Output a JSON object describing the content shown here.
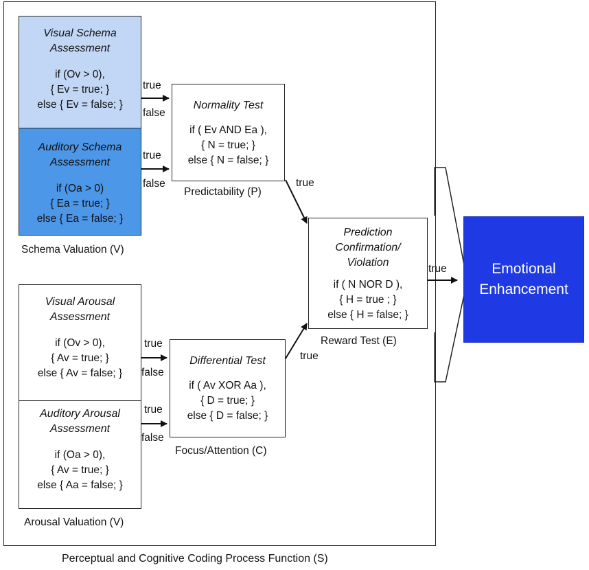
{
  "outer": {
    "caption": "Perceptual and Cognitive Coding Process Function (S)"
  },
  "visual_schema": {
    "title": [
      "Visual Schema",
      "Assessment"
    ],
    "code": [
      "if (Ov > 0),",
      "{ Ev = true; }",
      "else { Ev = false; }"
    ]
  },
  "auditory_schema": {
    "title": [
      "Auditory Schema",
      "Assessment"
    ],
    "code": [
      "if (Oa > 0)",
      "{ Ea = true; }",
      "else { Ea = false; }"
    ]
  },
  "schema_label": "Schema Valuation (V)",
  "visual_arousal": {
    "title": [
      "Visual Arousal",
      "Assessment"
    ],
    "code": [
      "if (Ov > 0),",
      "{ Av = true; }",
      "else { Av = false; }"
    ]
  },
  "auditory_arousal": {
    "title": [
      "Auditory Arousal",
      "Assessment"
    ],
    "code": [
      "if (Oa > 0),",
      "{ Av = true; }",
      "else { Aa = false; }"
    ]
  },
  "arousal_label": "Arousal Valuation (V)",
  "normality": {
    "title": [
      "Normality Test"
    ],
    "code": [
      "if ( Ev AND Ea ),",
      "{ N = true; }",
      "else { N = false; }"
    ],
    "label": "Predictability (P)"
  },
  "differential": {
    "title": [
      "Differential Test"
    ],
    "code": [
      "if ( Av XOR Aa ),",
      "{ D = true; }",
      "else { D = false; }"
    ],
    "label": "Focus/Attention (C)"
  },
  "prediction": {
    "title": [
      "Prediction",
      "Confirmation/",
      "Violation"
    ],
    "code": [
      "if ( N NOR D ),",
      "{ H = true ; }",
      "else { H = false; }"
    ],
    "label": "Reward Test (E)"
  },
  "edge_labels": {
    "true": "true",
    "false": "false"
  },
  "emotional": {
    "line1": "Emotional",
    "line2": "Enhancement"
  },
  "colors": {
    "visual_schema_fill": "#c2d7f6",
    "auditory_schema_fill": "#4d97e8",
    "emotional_fill": "#1f3ae4",
    "stroke": "#222222"
  }
}
